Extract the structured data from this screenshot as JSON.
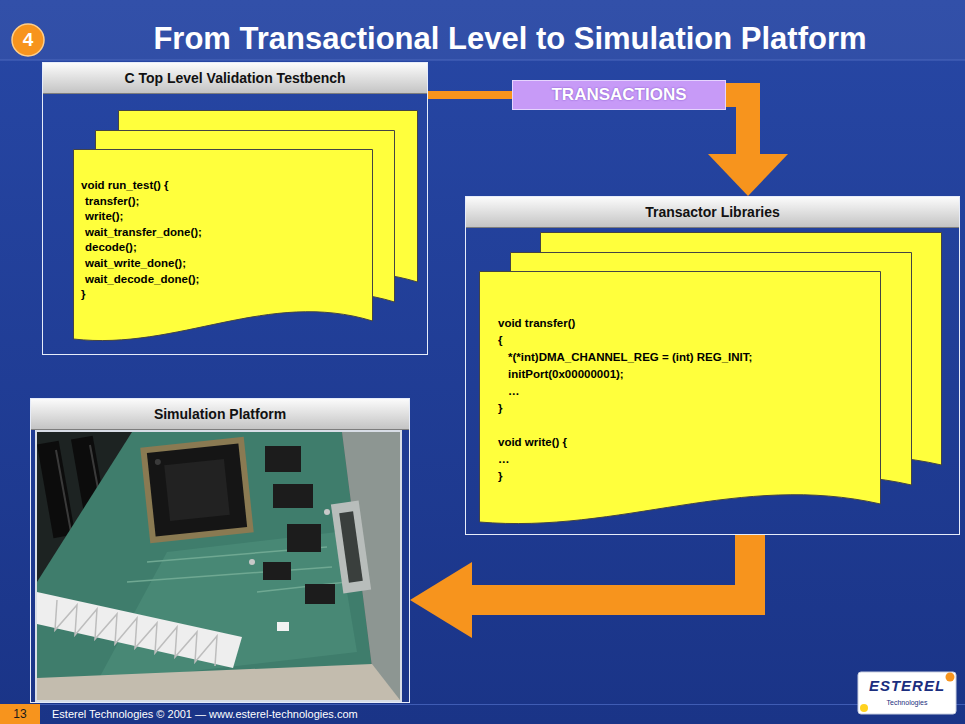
{
  "diagram": {
    "title": "From Transactional Level to Simulation Platform",
    "nodes": [
      {
        "text": [
          "C Top Level Validation Testbench"
        ]
      },
      {
        "text": [
          "void run_test() {",
          "transfer();",
          "write();",
          "wait_transfer_done();",
          "decode();",
          "wait_write_done();",
          "wait_decode_done();",
          "}"
        ],
        "in": 0
      },
      {
        "text": [
          "TRANSACTIONS"
        ]
      },
      {
        "text": [
          "Transactor Libraries"
        ]
      },
      {
        "text": [
          "void transfer()",
          "{",
          "*(*int)DMA_CHANNEL_REG = (int) REG_INIT;",
          "initPort(0x00000001);",
          "…",
          "}",
          "void write() {",
          "…",
          "}"
        ],
        "in": 3
      },
      {
        "text": [
          "Simulation Platform"
        ]
      }
    ],
    "edges": [
      {
        "from": 0,
        "to": 2,
        "arrow": "none"
      },
      {
        "from": 2,
        "to": 3,
        "arrow": "to"
      },
      {
        "from": 3,
        "to": 5,
        "arrow": "to"
      }
    ],
    "labels": [
      "4",
      "13",
      "Esterel Technologies © 2001 — www.esterel-technologies.com",
      "ESTEREL",
      "Technologies"
    ]
  }
}
